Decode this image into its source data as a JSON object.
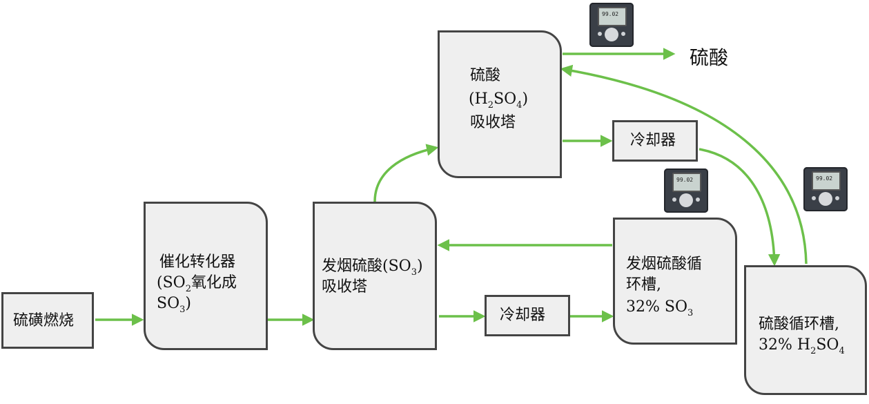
{
  "nodes": {
    "sulfur_burn": "硫磺燃烧",
    "converter_title": "催化转化器",
    "converter_line2_a": "(SO",
    "converter_line2_sub": "2",
    "converter_line2_b": "氧化成",
    "converter_line3_a": "SO",
    "converter_line3_sub": "3",
    "converter_line3_b": ")",
    "oleum_abs_a": "发烟硫酸(SO",
    "oleum_abs_sub": "3",
    "oleum_abs_b": ")",
    "oleum_abs_line2": "吸收塔",
    "acid_abs_line1": "硫酸",
    "acid_abs_h": "(H",
    "acid_abs_h_sub": "2",
    "acid_abs_so": "SO",
    "acid_abs_so_sub": "4",
    "acid_abs_close": ")",
    "acid_abs_line3": "吸收塔",
    "cooler_top": "冷却器",
    "cooler_bottom": "冷却器",
    "oleum_tank_line1": "发烟硫酸循",
    "oleum_tank_line2": "环槽,",
    "oleum_tank_line3_a": "32% SO",
    "oleum_tank_line3_sub": "3",
    "acid_tank_line1": "硫酸循环槽,",
    "acid_tank_line2_a": "32% H",
    "acid_tank_line2_sub": "2",
    "acid_tank_line2_b": "SO",
    "acid_tank_line2_sub2": "4",
    "product": "硫酸"
  },
  "devices": {
    "screen_reading": "99.02",
    "icon": "analyzer-transmitter-icon"
  },
  "colors": {
    "arrow": "#6cc04a",
    "box_fill": "#efefef",
    "box_border": "#444444"
  }
}
